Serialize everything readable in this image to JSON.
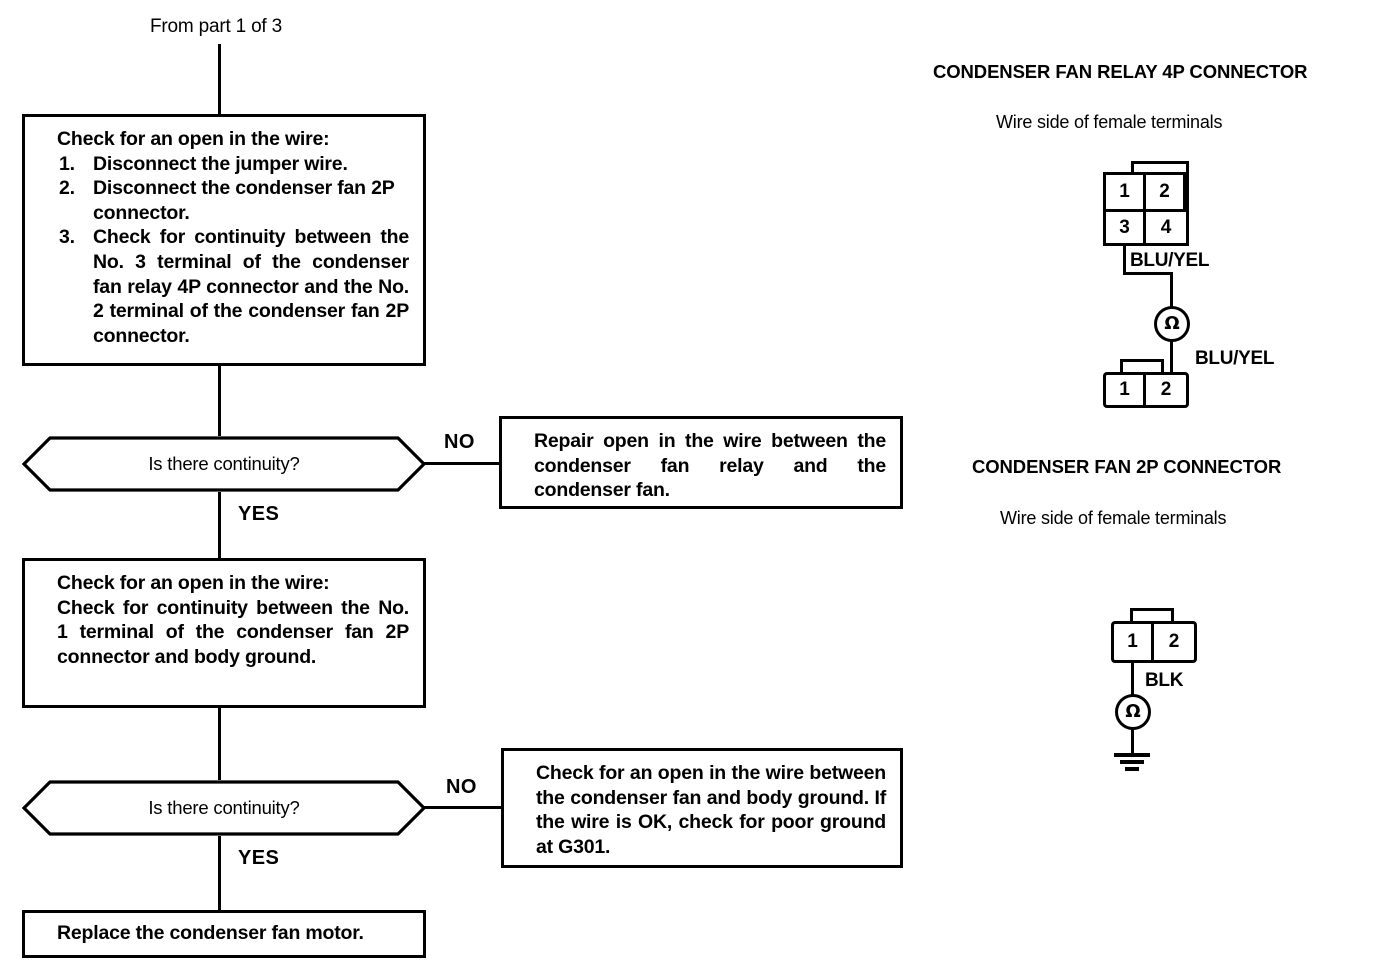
{
  "flow": {
    "top_caption": "From part 1 of 3",
    "step1": {
      "heading": "Check for an open in the wire:",
      "items": [
        {
          "num": "1.",
          "text": "Disconnect the jumper wire."
        },
        {
          "num": "2.",
          "text": "Disconnect the condenser fan 2P connector."
        },
        {
          "num": "3.",
          "text": "Check for continuity between the No. 3 terminal of the condenser fan relay 4P connector and the No. 2 terminal of the condenser fan 2P connector."
        }
      ]
    },
    "decision1": {
      "question": "Is there continuity?",
      "no_label": "NO",
      "yes_label": "YES"
    },
    "result1": "Repair open in the wire between the condenser fan relay and the condenser fan.",
    "step2": {
      "heading": "Check for an open in the wire:",
      "body": "Check for continuity between the No. 1 terminal of the condenser fan 2P connector and body ground."
    },
    "decision2": {
      "question": "Is there continuity?",
      "no_label": "NO",
      "yes_label": "YES"
    },
    "result2": "Check for an open in the wire between the condenser fan and body ground. If the wire is OK, check for poor ground at G301.",
    "final": "Replace the condenser fan motor."
  },
  "connectors": {
    "relay4p": {
      "heading": "CONDENSER FAN RELAY 4P CONNECTOR",
      "subtitle": "Wire side of female terminals",
      "pins": [
        "1",
        "2",
        "3",
        "4"
      ],
      "wire_label_top": "BLU/YEL",
      "wire_label_bottom": "BLU/YEL",
      "meter_symbol": "Ω"
    },
    "fan2p_upper": {
      "pins": [
        "1",
        "2"
      ]
    },
    "fan2p": {
      "heading": "CONDENSER FAN 2P CONNECTOR",
      "subtitle": "Wire side of female terminals",
      "pins": [
        "1",
        "2"
      ],
      "wire_label": "BLK",
      "meter_symbol": "Ω"
    }
  },
  "colors": {
    "ink": "#000000",
    "paper": "#ffffff"
  }
}
